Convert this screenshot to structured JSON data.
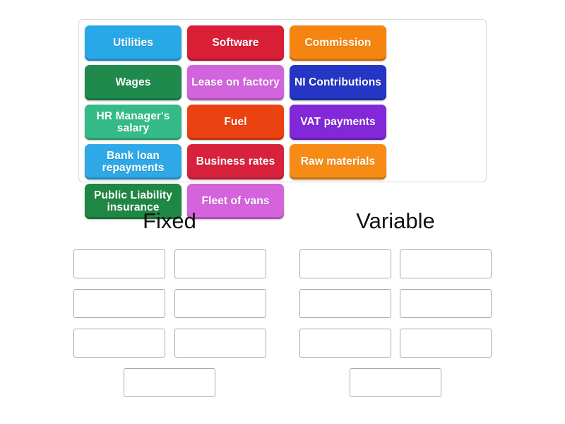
{
  "activity": {
    "type": "group-sort",
    "tile_bank": {
      "tiles": [
        {
          "label": "Utilities",
          "color": "#29a8e8"
        },
        {
          "label": "Software",
          "color": "#d91f35"
        },
        {
          "label": "Commission",
          "color": "#f58410"
        },
        {
          "label": "Wages",
          "color": "#1f8a4c"
        },
        {
          "label": "Lease on factory",
          "color": "#d264dd"
        },
        {
          "label": "NI Contributions",
          "color": "#2536c4"
        },
        {
          "label": "HR Manager's salary",
          "color": "#34bb87"
        },
        {
          "label": "Fuel",
          "color": "#ec4111"
        },
        {
          "label": "VAT payments",
          "color": "#8228d8"
        },
        {
          "label": "Bank loan repayments",
          "color": "#2ea8e6"
        },
        {
          "label": "Business rates",
          "color": "#d8213c"
        },
        {
          "label": "Raw materials",
          "color": "#f68b15"
        },
        {
          "label": "Public Liability insurance",
          "color": "#1f8744"
        },
        {
          "label": "Fleet of vans",
          "color": "#d463dc"
        }
      ]
    },
    "columns": [
      {
        "heading": "Fixed",
        "slots": [
          "",
          "",
          "",
          "",
          "",
          "",
          ""
        ]
      },
      {
        "heading": "Variable",
        "slots": [
          "",
          "",
          "",
          "",
          "",
          "",
          ""
        ]
      }
    ]
  }
}
